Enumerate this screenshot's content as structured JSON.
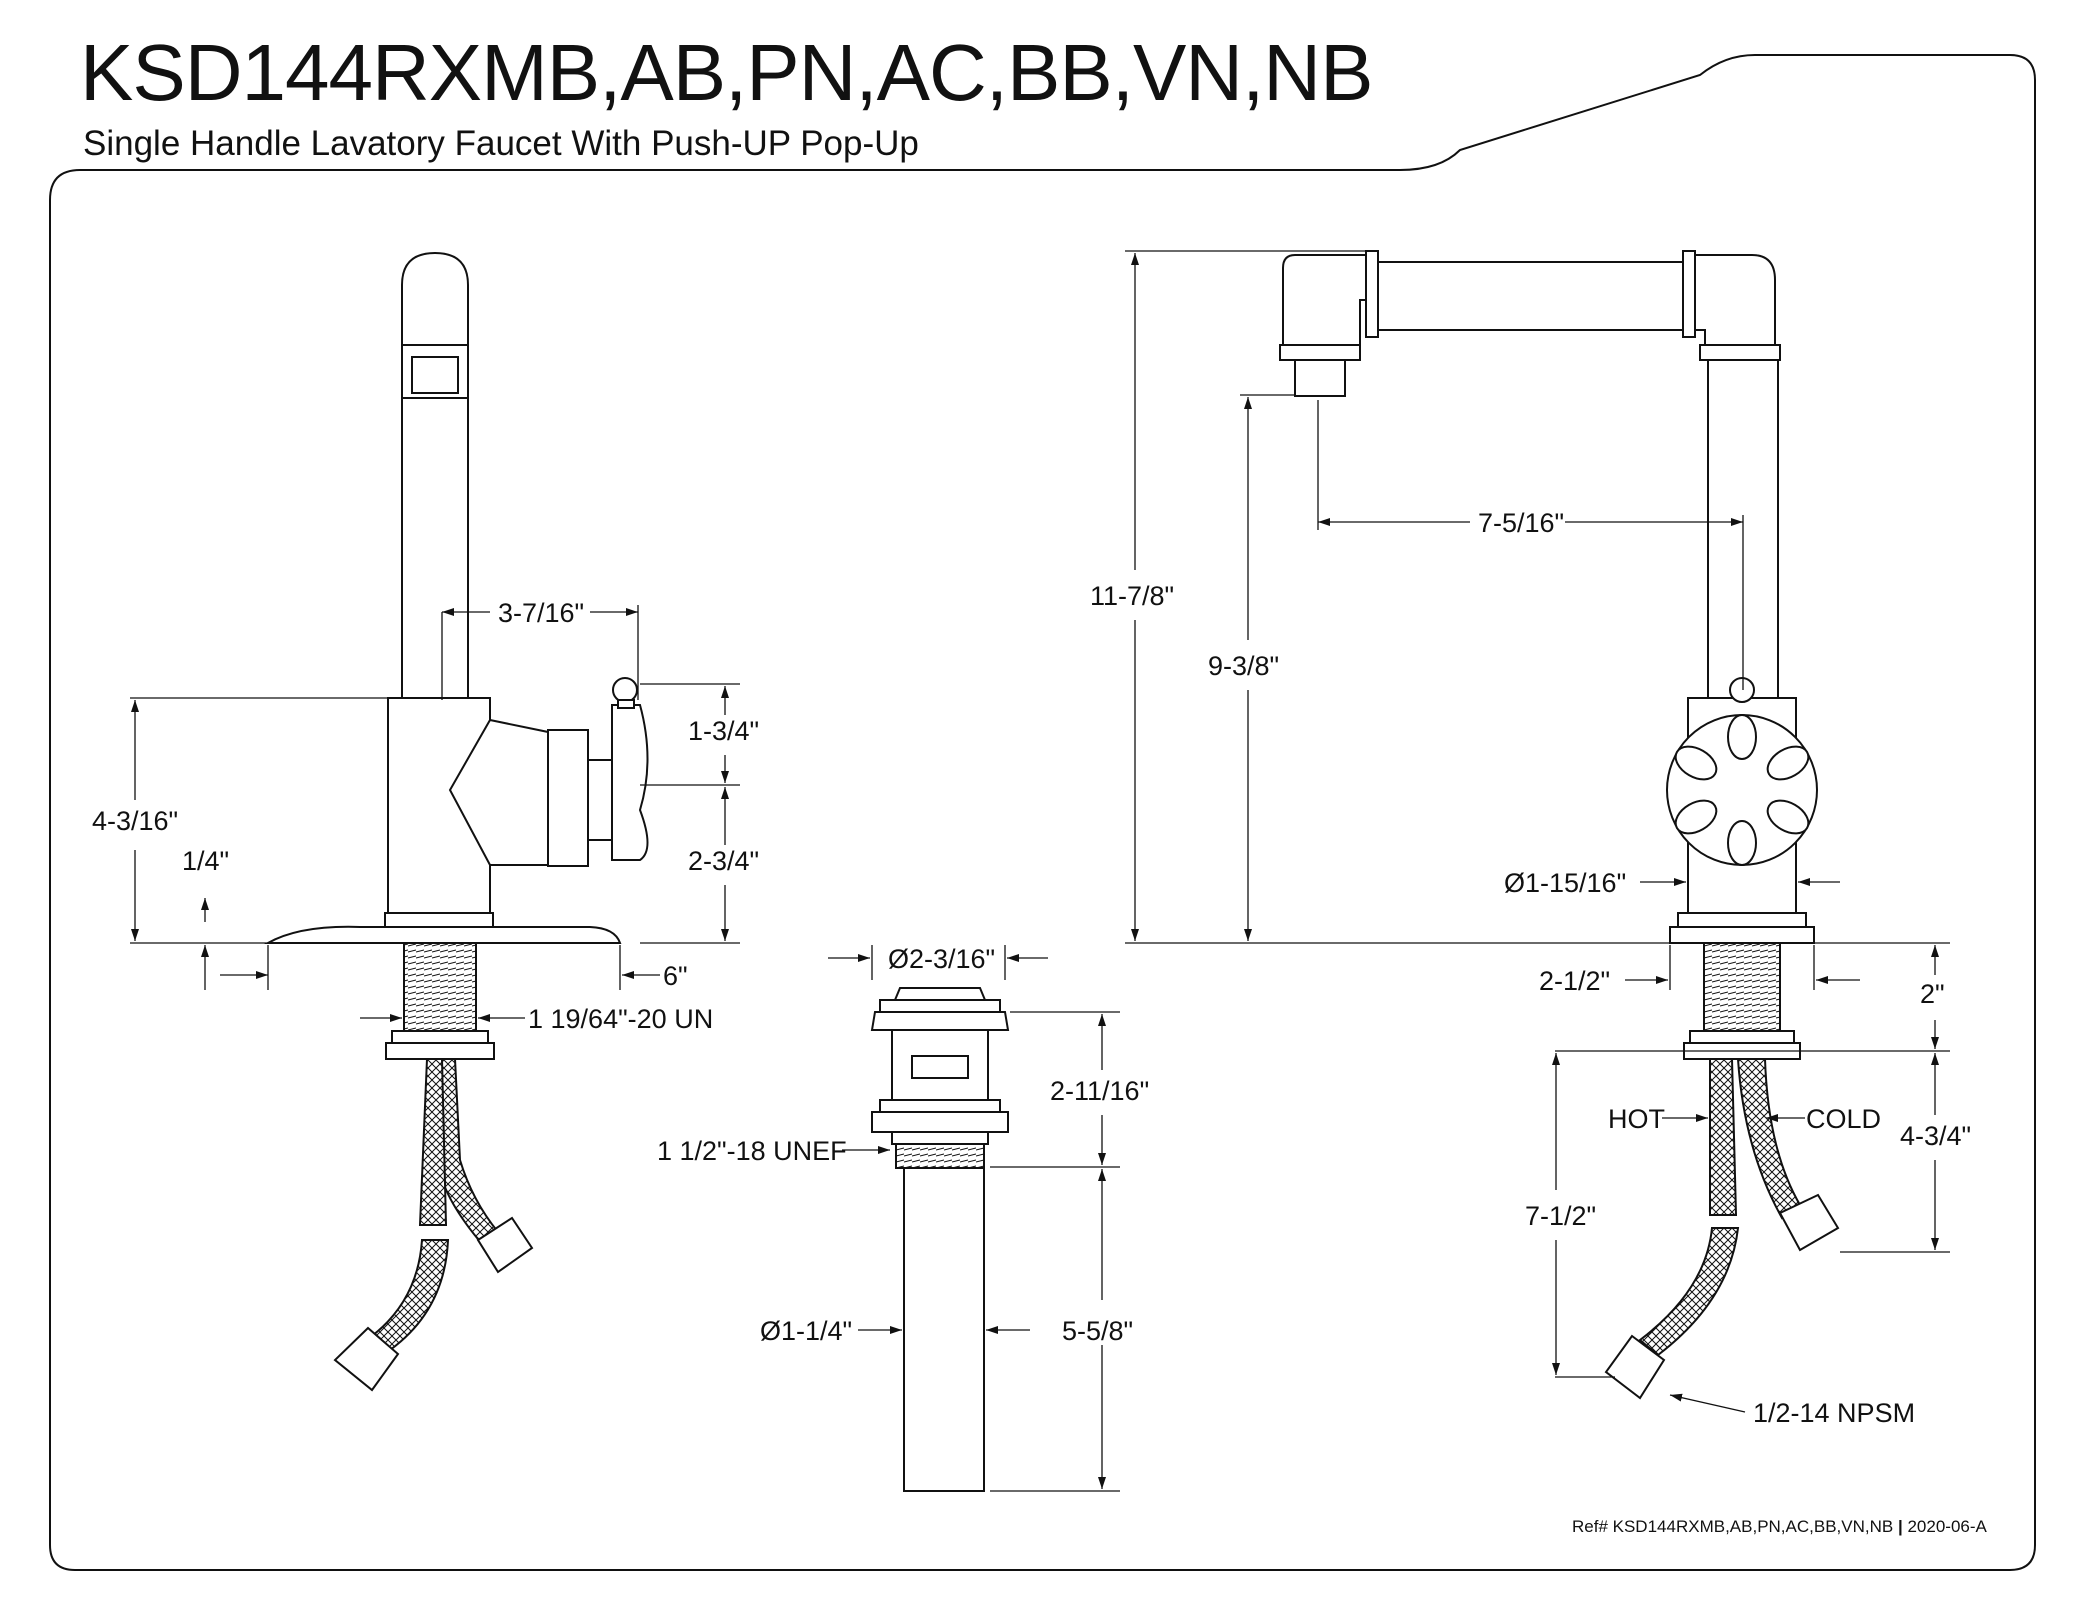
{
  "title": "KSD144RXMB,AB,PN,AC,BB,VN,NB",
  "subtitle": "Single Handle Lavatory Faucet With Push-UP Pop-Up",
  "reference": {
    "ref_text": "Ref# KSD144RXMB,AB,PN,AC,BB,VN,NB",
    "separator": "|",
    "revision": "2020-06-A"
  },
  "side_view": {
    "spout_reach": "3-7/16\"",
    "handle_upper": "1-3/4\"",
    "handle_lower": "2-3/4\"",
    "body_height": "4-3/16\"",
    "deck_plate_thickness": "1/4\"",
    "deck_plate_length": "6\"",
    "shank_thread": "1 19/64\"-20 UN"
  },
  "drain_view": {
    "flange_diameter": "Ø2-3/16\"",
    "drain_top_height": "2-11/16\"",
    "drain_thread": "1 1/2\"-18 UNEF",
    "tailpiece_diameter": "Ø1-1/4\"",
    "tailpiece_length": "5-5/8\""
  },
  "front_view": {
    "overall_height": "11-7/8\"",
    "spout_height": "9-3/8\"",
    "spout_reach": "7-5/16\"",
    "body_diameter": "Ø1-15/16\"",
    "base_diameter": "2-1/2\"",
    "shank_length": "2\"",
    "hot_label": "HOT",
    "cold_label": "COLD",
    "cold_hose_length": "4-3/4\"",
    "hot_hose_length": "7-1/2\"",
    "hose_connection": "1/2-14 NPSM"
  },
  "colors": {
    "line": "#111111",
    "background": "#ffffff"
  }
}
